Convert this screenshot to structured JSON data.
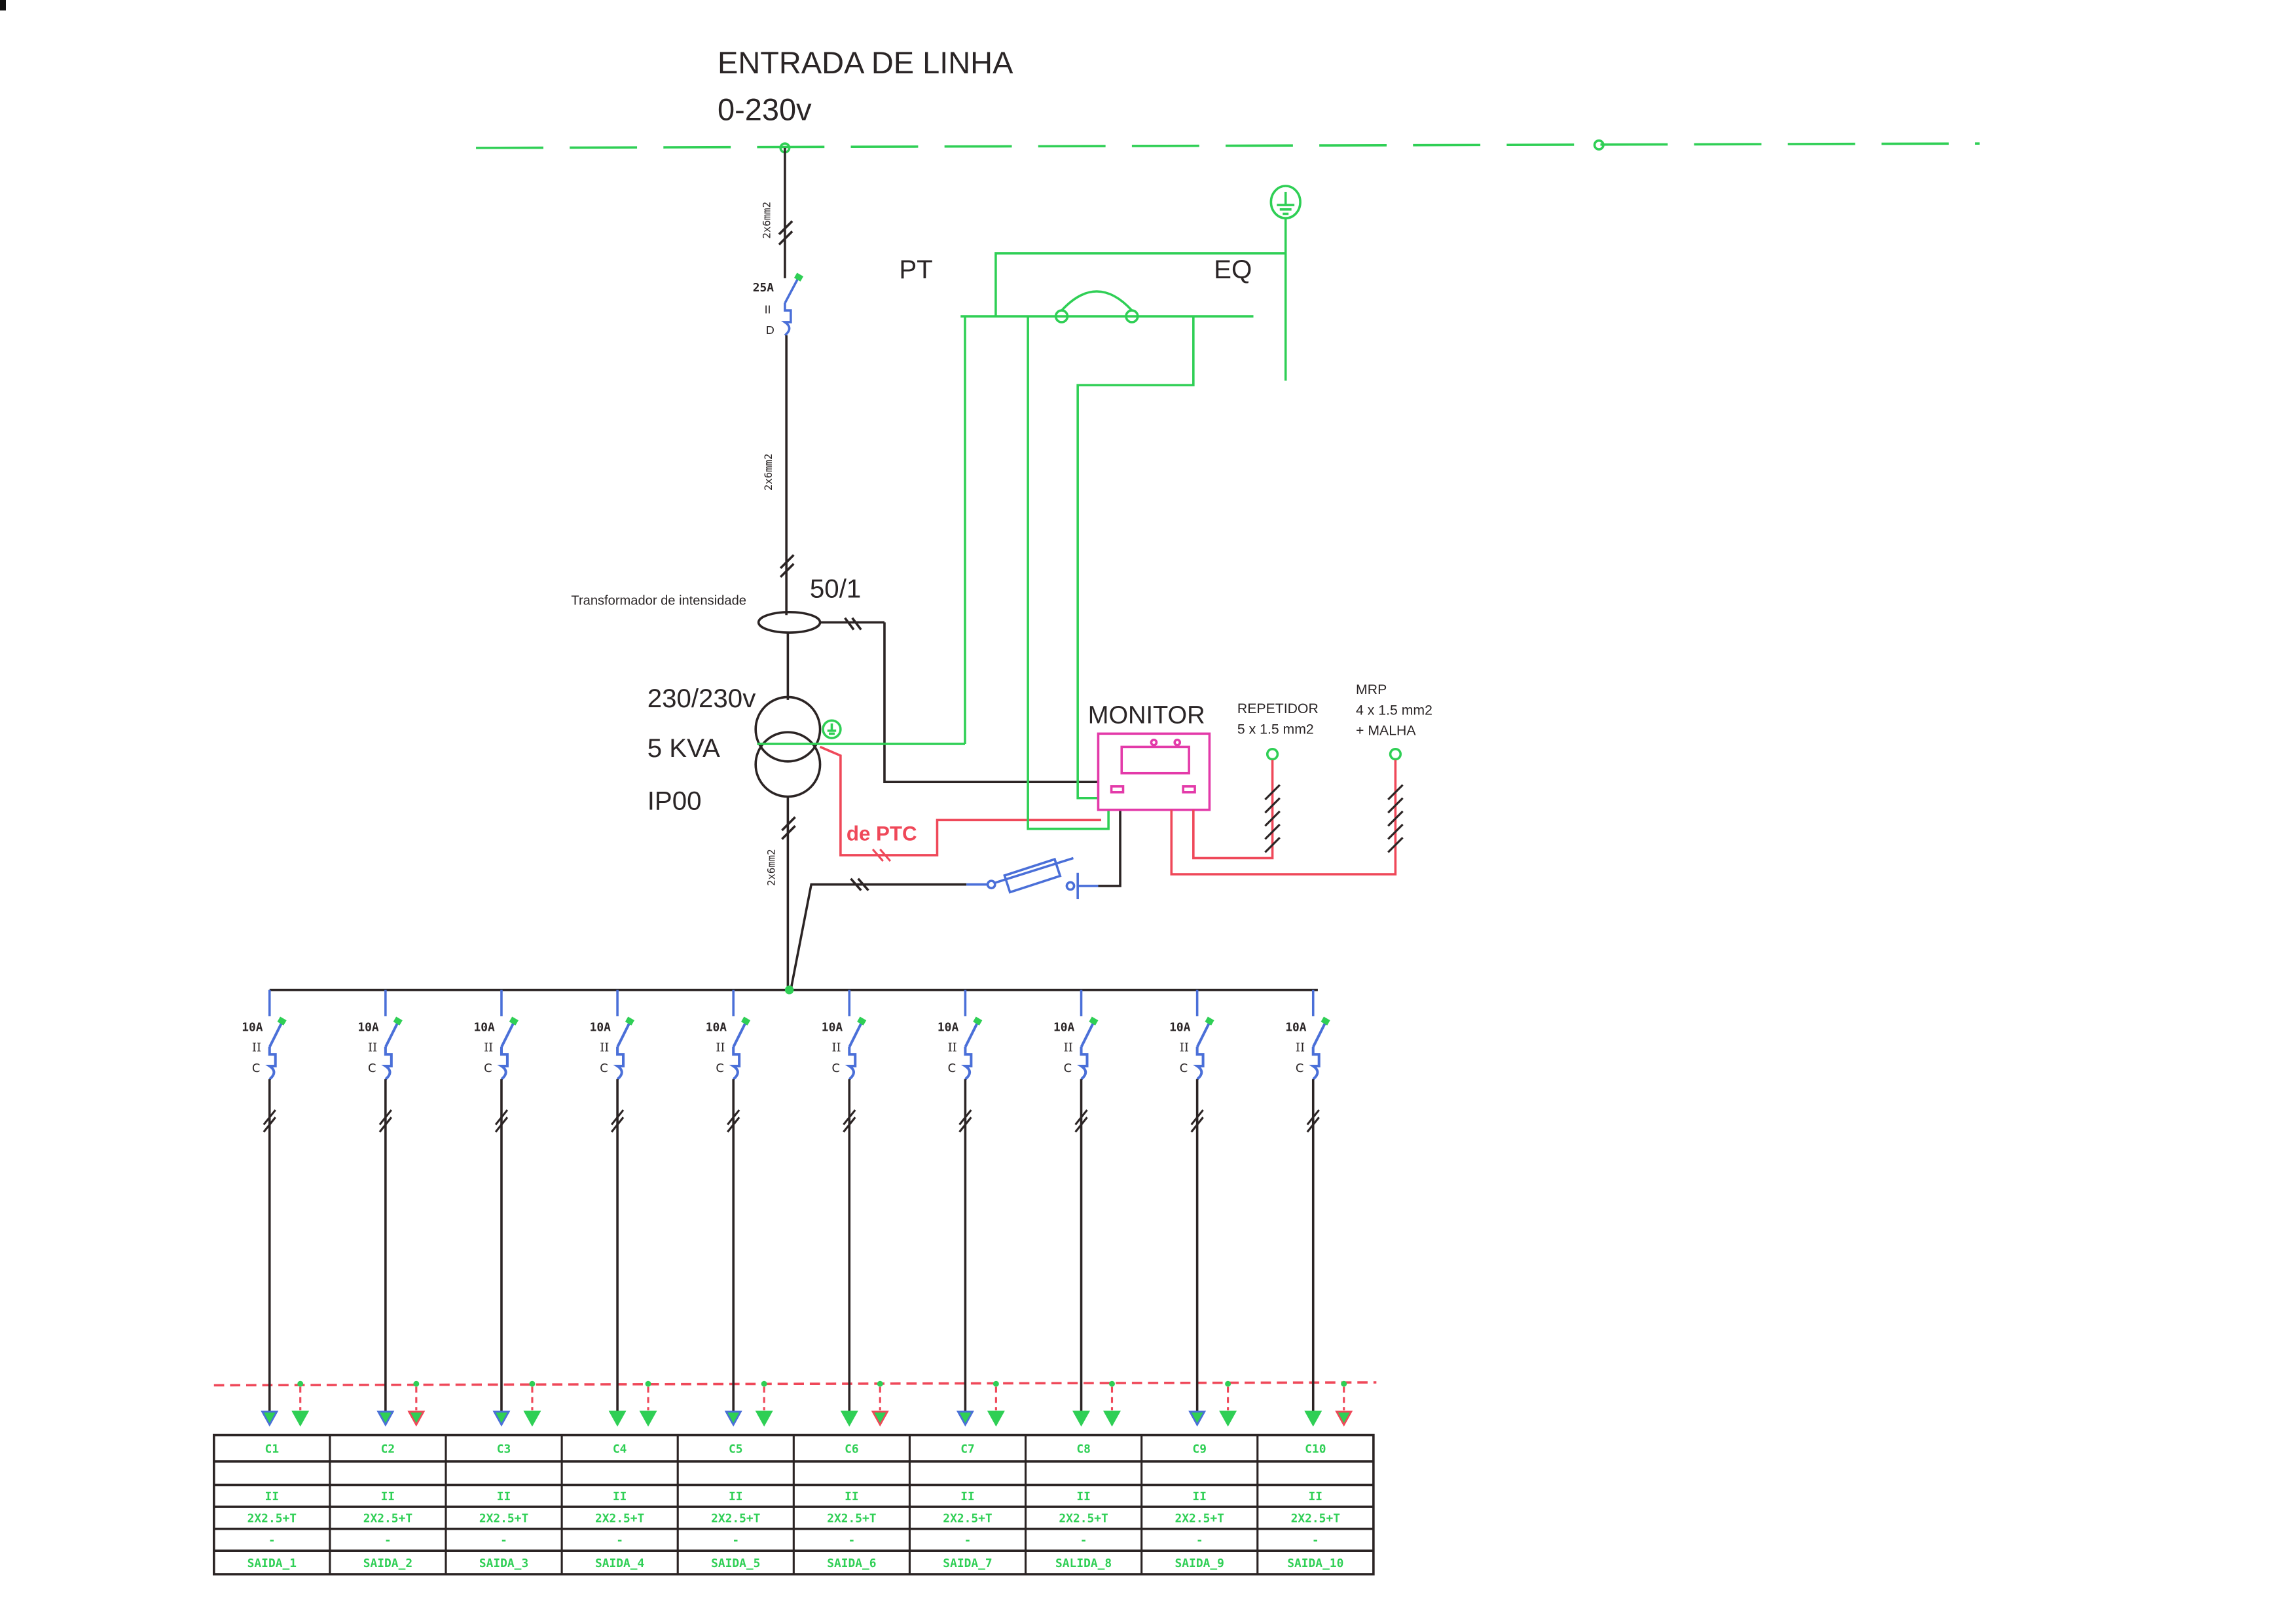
{
  "title": {
    "line1": "ENTRADA DE LINHA",
    "line2": "0-230v"
  },
  "colors": {
    "wire_black": "#2b2424",
    "earth_green": "#2fcf55",
    "signal_red": "#ef4859",
    "device_blue": "#4a6fd8",
    "monitor_magenta": "#e33aa9",
    "text": "#2a2526"
  },
  "main_feed": {
    "cable_upper": "2x6mm2",
    "cable_middle": "2x6mm2",
    "cable_lower": "2x6mm2",
    "breaker": {
      "rating": "25A",
      "poles": "II",
      "curve": "D"
    }
  },
  "current_transformer": {
    "label": "Transformador de intensidade",
    "ratio": "50/1"
  },
  "isolation_transformer": {
    "voltage": "230/230v",
    "power": "5 KVA",
    "protection": "IP00"
  },
  "earth_labels": {
    "pt": "PT",
    "eq": "EQ"
  },
  "monitor": {
    "label": "MONITOR",
    "ptc_label": "de PTC"
  },
  "repeater": {
    "title": "REPETIDOR",
    "cable": "5 x 1.5 mm2"
  },
  "mrp": {
    "title": "MRP",
    "cable": "4 x 1.5 mm2",
    "extra": "+ MALHA"
  },
  "circuits": [
    {
      "rating": "10A",
      "poles": "II",
      "curve": "C",
      "id": "C1",
      "blank": "",
      "poles_tbl": "II",
      "cable": "2X2.5+T",
      "dash": "-",
      "name": "SAIDA_1",
      "arrow_phase": "blue",
      "arrow_earth": "green"
    },
    {
      "rating": "10A",
      "poles": "II",
      "curve": "C",
      "id": "C2",
      "blank": "",
      "poles_tbl": "II",
      "cable": "2X2.5+T",
      "dash": "-",
      "name": "SAIDA_2",
      "arrow_phase": "blue",
      "arrow_earth": "red"
    },
    {
      "rating": "10A",
      "poles": "II",
      "curve": "C",
      "id": "C3",
      "blank": "",
      "poles_tbl": "II",
      "cable": "2X2.5+T",
      "dash": "-",
      "name": "SAIDA_3",
      "arrow_phase": "blue",
      "arrow_earth": "green"
    },
    {
      "rating": "10A",
      "poles": "II",
      "curve": "C",
      "id": "C4",
      "blank": "",
      "poles_tbl": "II",
      "cable": "2X2.5+T",
      "dash": "-",
      "name": "SAIDA_4",
      "arrow_phase": "green",
      "arrow_earth": "green"
    },
    {
      "rating": "10A",
      "poles": "II",
      "curve": "C",
      "id": "C5",
      "blank": "",
      "poles_tbl": "II",
      "cable": "2X2.5+T",
      "dash": "-",
      "name": "SAIDA_5",
      "arrow_phase": "blue",
      "arrow_earth": "green"
    },
    {
      "rating": "10A",
      "poles": "II",
      "curve": "C",
      "id": "C6",
      "blank": "",
      "poles_tbl": "II",
      "cable": "2X2.5+T",
      "dash": "-",
      "name": "SAIDA_6",
      "arrow_phase": "green",
      "arrow_earth": "red"
    },
    {
      "rating": "10A",
      "poles": "II",
      "curve": "C",
      "id": "C7",
      "blank": "",
      "poles_tbl": "II",
      "cable": "2X2.5+T",
      "dash": "-",
      "name": "SAIDA_7",
      "arrow_phase": "blue",
      "arrow_earth": "green"
    },
    {
      "rating": "10A",
      "poles": "II",
      "curve": "C",
      "id": "C8",
      "blank": "",
      "poles_tbl": "II",
      "cable": "2X2.5+T",
      "dash": "-",
      "name": "SALIDA_8",
      "arrow_phase": "green",
      "arrow_earth": "green"
    },
    {
      "rating": "10A",
      "poles": "II",
      "curve": "C",
      "id": "C9",
      "blank": "",
      "poles_tbl": "II",
      "cable": "2X2.5+T",
      "dash": "-",
      "name": "SAIDA_9",
      "arrow_phase": "blue",
      "arrow_earth": "green"
    },
    {
      "rating": "10A",
      "poles": "II",
      "curve": "C",
      "id": "C10",
      "blank": "",
      "poles_tbl": "II",
      "cable": "2X2.5+T",
      "dash": "-",
      "name": "SAIDA_10",
      "arrow_phase": "green",
      "arrow_earth": "red"
    }
  ]
}
